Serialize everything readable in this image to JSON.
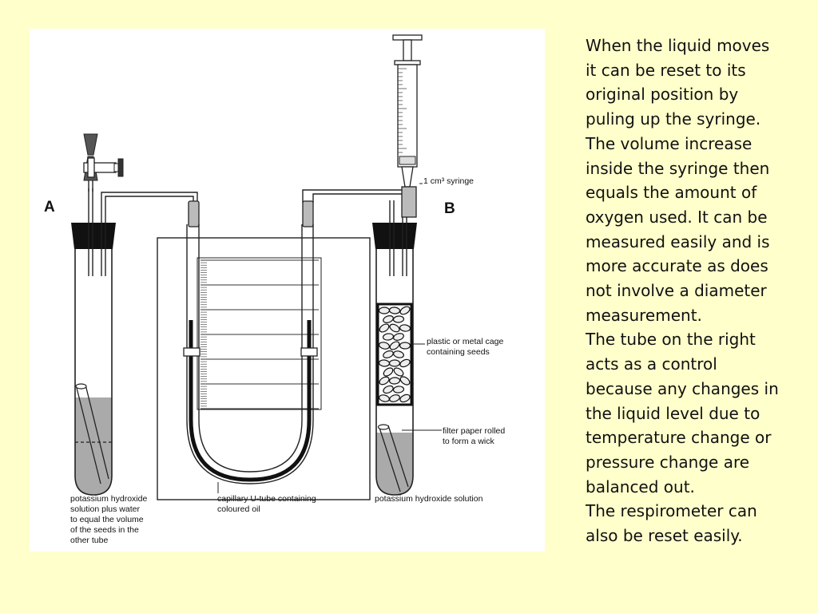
{
  "figure": {
    "labels": {
      "tube_a": "A",
      "tube_b": "B",
      "syringe": "1 cm³ syringe",
      "cage_line1": "plastic or metal cage",
      "cage_line2": "containing seeds",
      "wick_line1": "filter paper rolled",
      "wick_line2": "to form a wick",
      "koh_a_line1": "potassium hydroxide",
      "koh_a_line2": "solution plus water",
      "koh_a_line3": "to equal the volume",
      "koh_a_line4": "of the seeds in the",
      "koh_a_line5": "other tube",
      "utube_line1": "capillary U-tube containing",
      "utube_line2": "coloured oil",
      "koh_b": "potassium hydroxide solution"
    }
  },
  "text": {
    "paragraph1": "When the liquid moves it can be reset to its original  position by puling up the syringe.  The volume increase inside the syringe then equals the amount of oxygen used.  It can be measured easily and is more accurate as does not involve a diameter measurement.",
    "paragraph2": "The tube on the right acts as a control because any changes in the liquid level due to temperature change or pressure change are balanced out.",
    "paragraph3": "The respirometer can also be reset easily."
  }
}
